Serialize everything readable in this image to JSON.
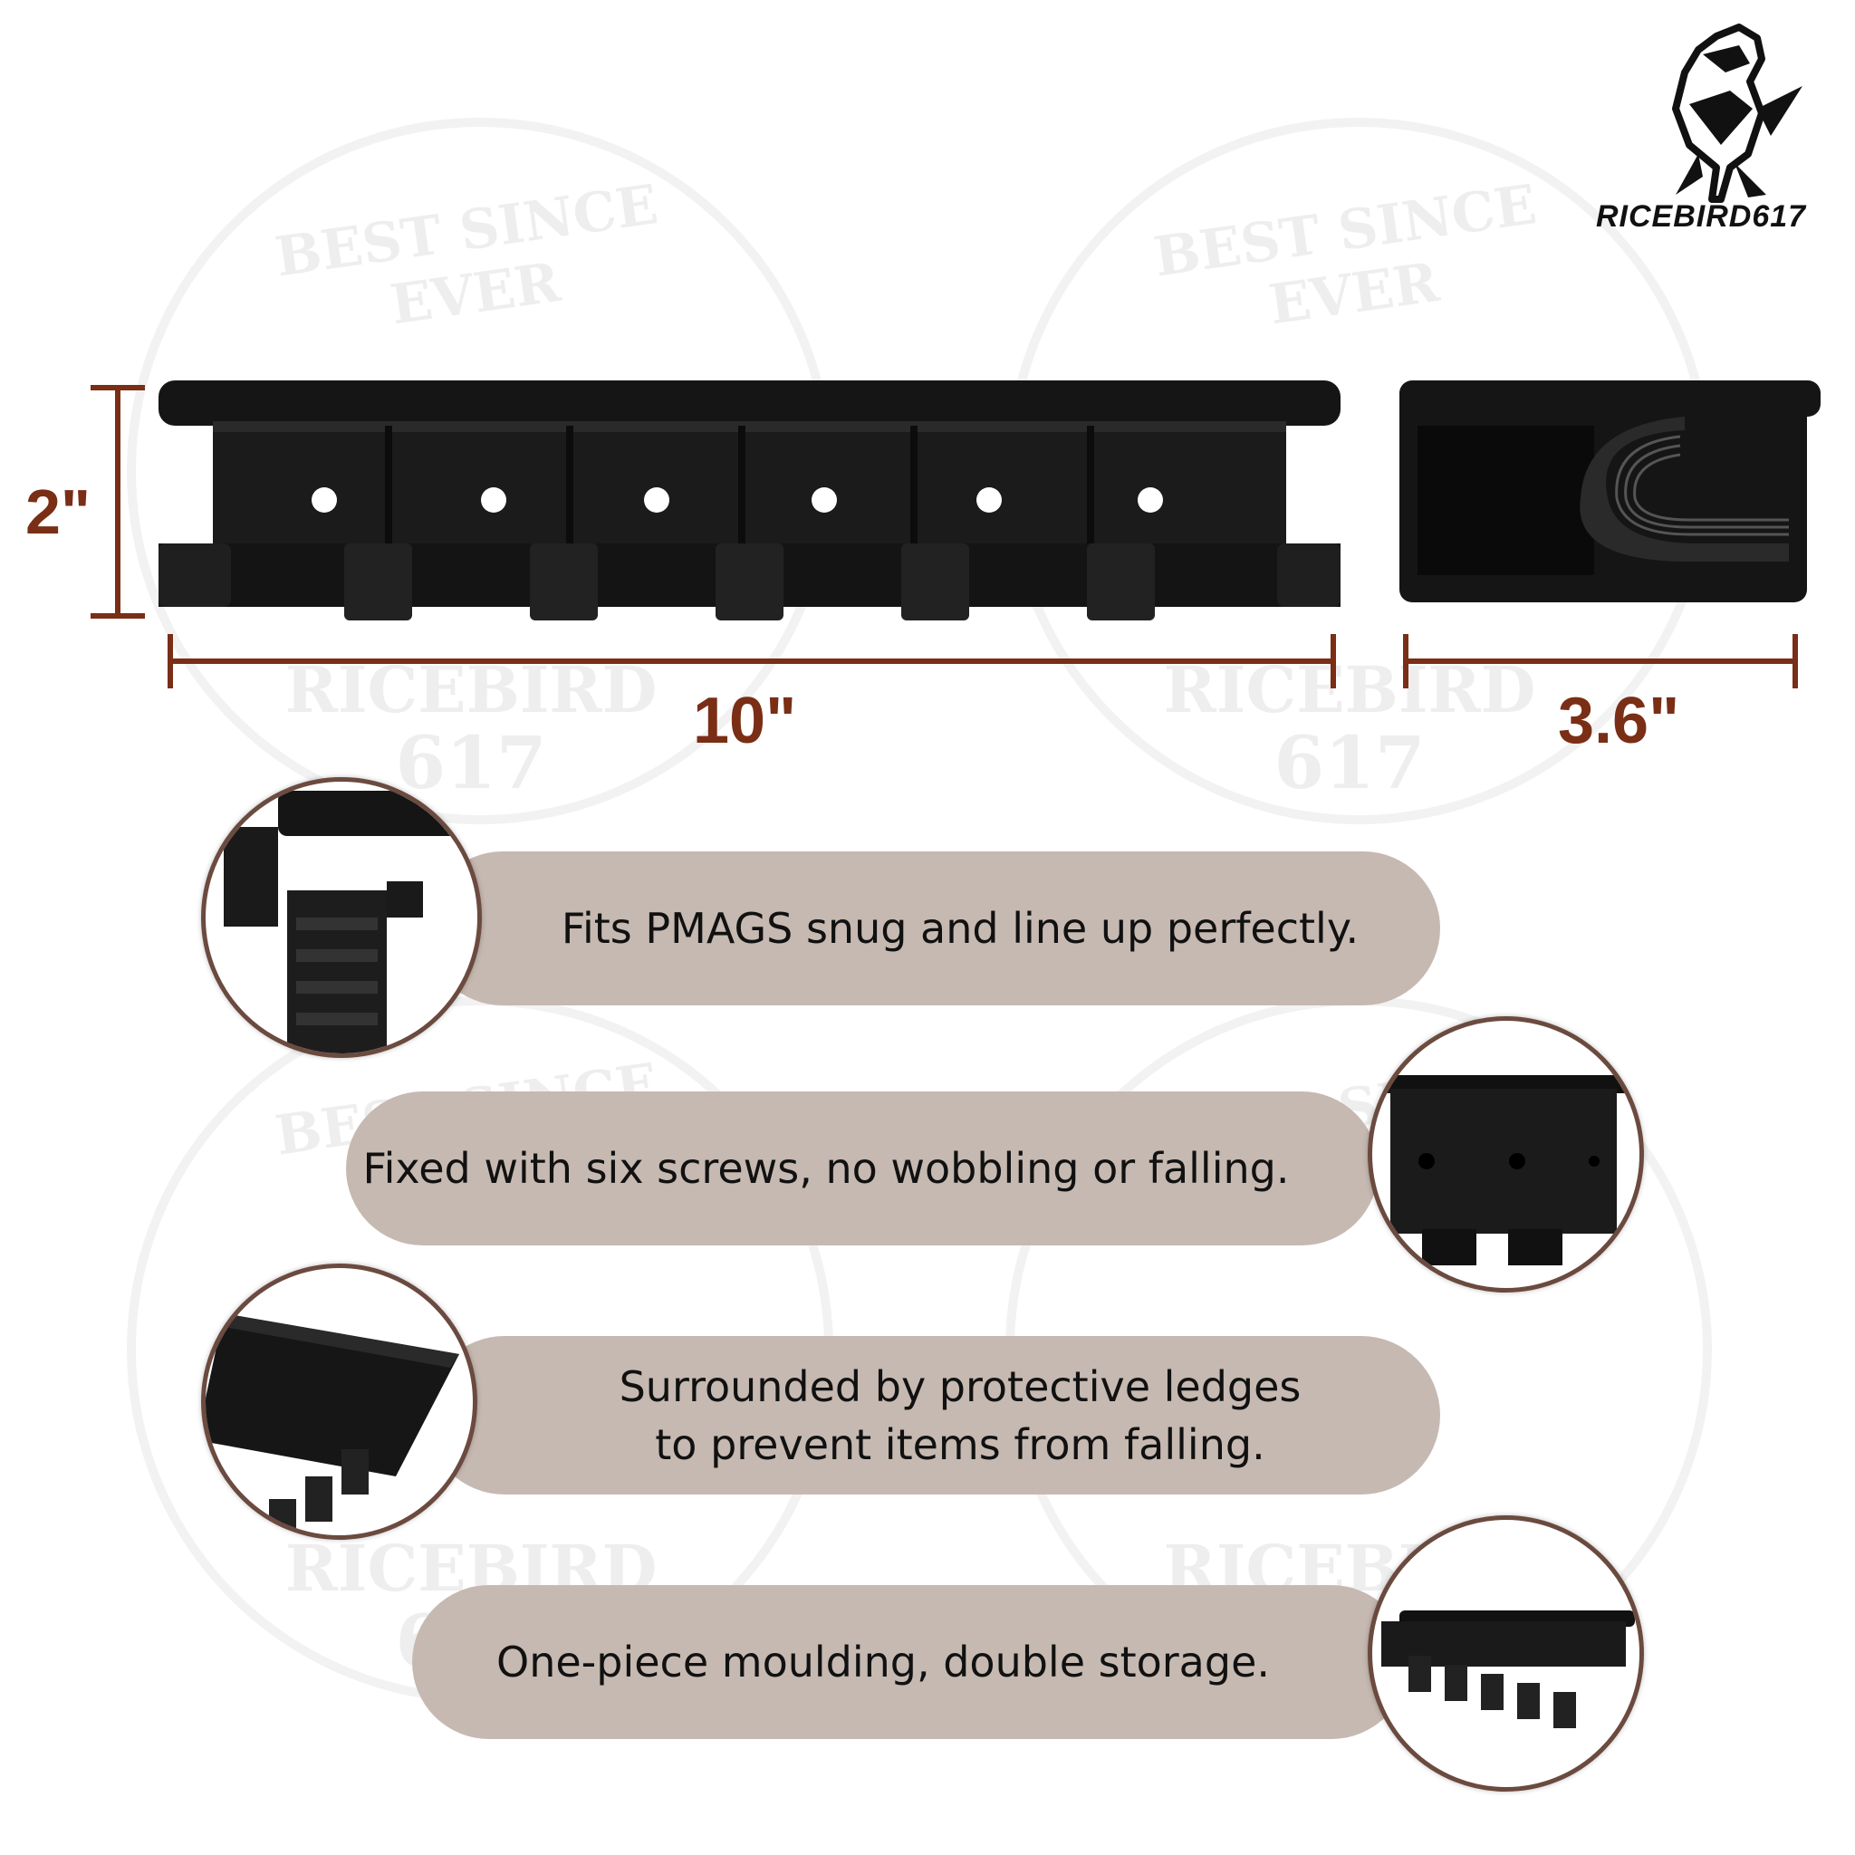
{
  "brand": {
    "name": "RICEBIRD617",
    "icon": "bird-logo-icon"
  },
  "watermark": {
    "arc_text": "BEST SINCE EVER",
    "name_line1": "RICEBIRD",
    "name_line2": "617"
  },
  "dimensions": {
    "height": "2\"",
    "length": "10\"",
    "depth": "3.6\""
  },
  "colors": {
    "dimension": "#7a2e16",
    "pill": "#c6b9b1",
    "product": "#111111"
  },
  "features": [
    {
      "text": "Fits PMAGS snug and line up perfectly."
    },
    {
      "text": "Fixed with six screws, no wobbling or falling."
    },
    {
      "text": "Surrounded by protective ledges\nto prevent items from falling."
    },
    {
      "text": "One-piece moulding, double storage."
    }
  ]
}
